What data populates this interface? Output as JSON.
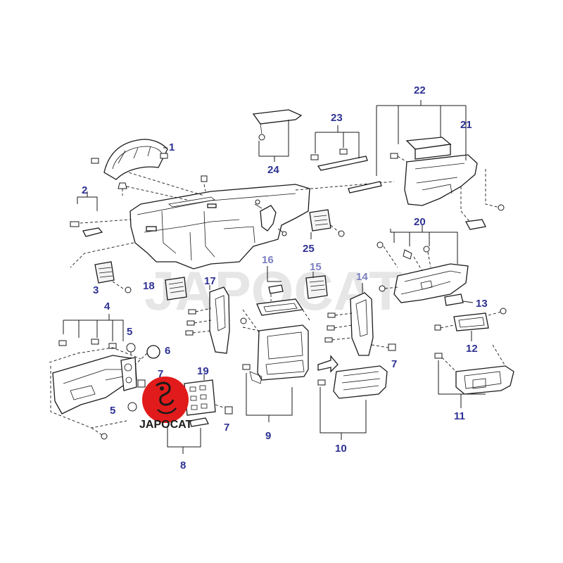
{
  "diagram": {
    "watermark": "JAPOCAT",
    "logo_text": "JAPOCAT",
    "colors": {
      "callout": "#2e3192",
      "callout_faded": "#7b7fc0",
      "logo_red": "#e11b1b",
      "line": "#1a1a1a"
    },
    "callouts": {
      "c1": "1",
      "c2": "2",
      "c3": "3",
      "c4": "4",
      "c5a": "5",
      "c5b": "5",
      "c6": "6",
      "c7a": "7",
      "c7b": "7",
      "c7c": "7",
      "c8": "8",
      "c9": "9",
      "c10": "10",
      "c11": "11",
      "c12": "12",
      "c13": "13",
      "c14": "14",
      "c15": "15",
      "c16": "16",
      "c17": "17",
      "c18": "18",
      "c19": "19",
      "c20": "20",
      "c21": "21",
      "c22": "22",
      "c23": "23",
      "c24": "24",
      "c25": "25"
    }
  }
}
